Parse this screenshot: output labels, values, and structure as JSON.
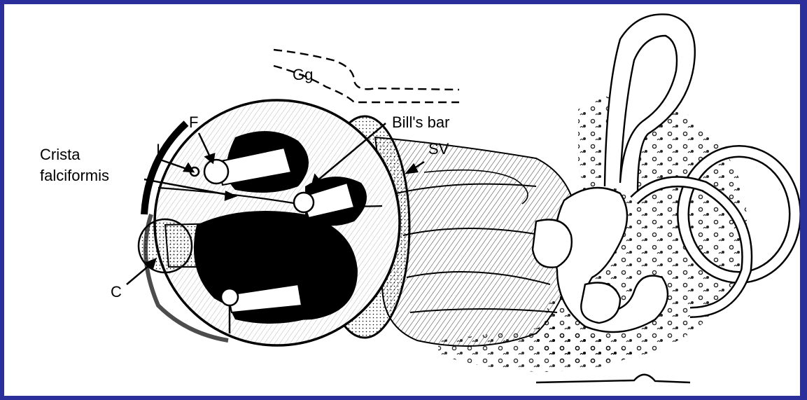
{
  "colors": {
    "frame_border": "#2b2f9c",
    "background": "#ffffff",
    "ink": "#000000"
  },
  "labels": {
    "gg": "Gg",
    "bills_bar": "Bill's bar",
    "sv": "SV",
    "f": "F",
    "i": "I",
    "crista_1": "Crista",
    "crista_2": "falciformis",
    "c": "C"
  }
}
